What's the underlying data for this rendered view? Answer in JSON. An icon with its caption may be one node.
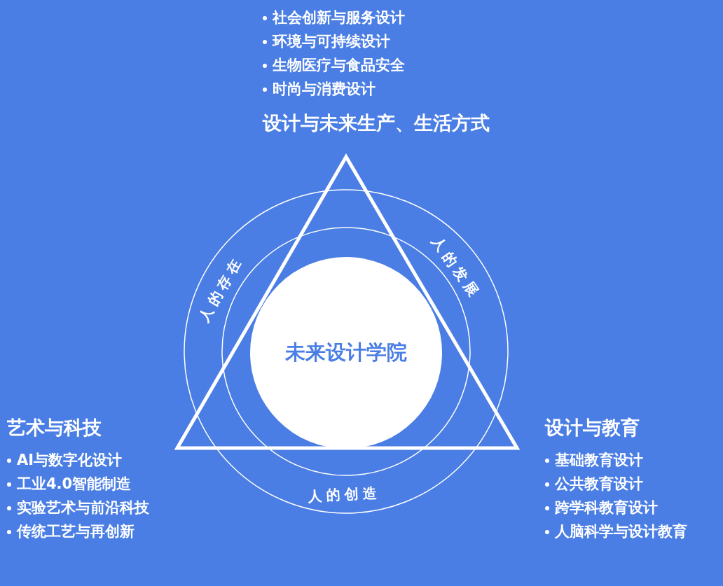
{
  "diagram": {
    "nodes": [
      {
        "text": [
          "未来设计学院"
        ]
      },
      {
        "text": [
          "设计与未来生产、生活方式",
          "社会创新与服务设计",
          "环境与可持续设计",
          "生物医疗与食品安全",
          "时尚与消费设计"
        ]
      },
      {
        "text": [
          "艺术与科技",
          "AI与数字化设计",
          "工业4.0智能制造",
          "实验艺术与前沿科技",
          "传统工艺与再创新"
        ]
      },
      {
        "text": [
          "设计与教育",
          "基础教育设计",
          "公共教育设计",
          "跨学科教育设计",
          "人脑科学与设计教育"
        ]
      }
    ],
    "labels": [
      "人的存在",
      "人的发展",
      "人的创造"
    ]
  }
}
